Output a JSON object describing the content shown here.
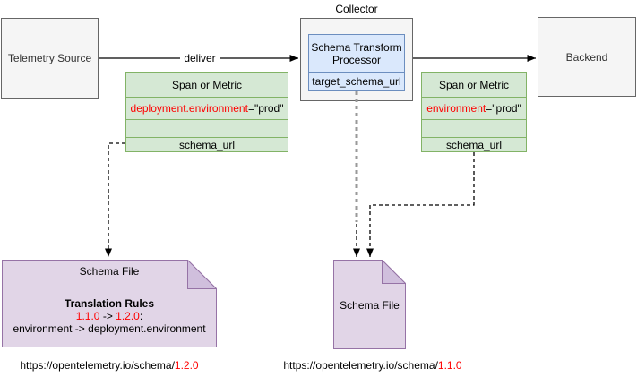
{
  "nodes": {
    "telemetry_source": {
      "label": "Telemetry Source"
    },
    "collector": {
      "label": "Collector",
      "processor_title": "Schema Transform Processor",
      "processor_field": "target_schema_url"
    },
    "backend": {
      "label": "Backend"
    },
    "span_metric_left": {
      "title": "Span or Metric",
      "attribute_key": "deployment.environment",
      "attribute_value": "=\"prod\"",
      "schema_field": "schema_url"
    },
    "span_metric_right": {
      "title": "Span or Metric",
      "attribute_key": "environment",
      "attribute_value": "=\"prod\"",
      "schema_field": "schema_url"
    },
    "schema_file_left": {
      "title": "Schema File",
      "rules_heading": "Translation Rules",
      "rule_version_from": "1.1.0",
      "rule_arrow": " -> ",
      "rule_version_to": "1.2.0",
      "rule_colon": ":",
      "rule_mapping": "environment -> deployment.environment"
    },
    "schema_file_center": {
      "title": "Schema File"
    }
  },
  "edges": {
    "deliver_label": "deliver"
  },
  "urls": {
    "left": {
      "base": "https://opentelemetry.io/schema/",
      "version": "1.2.0"
    },
    "right": {
      "base": "https://opentelemetry.io/schema/",
      "version": "1.1.0"
    }
  },
  "colors": {
    "highlight_red": "#ff0000",
    "green_fill": "#d5e8d4",
    "green_border": "#82b366",
    "blue_fill": "#dae8fc",
    "blue_border": "#6c8ebf",
    "purple_fill": "#e1d5e7",
    "purple_border": "#9673a6",
    "gray_fill": "#f5f5f5",
    "gray_border": "#666666"
  }
}
